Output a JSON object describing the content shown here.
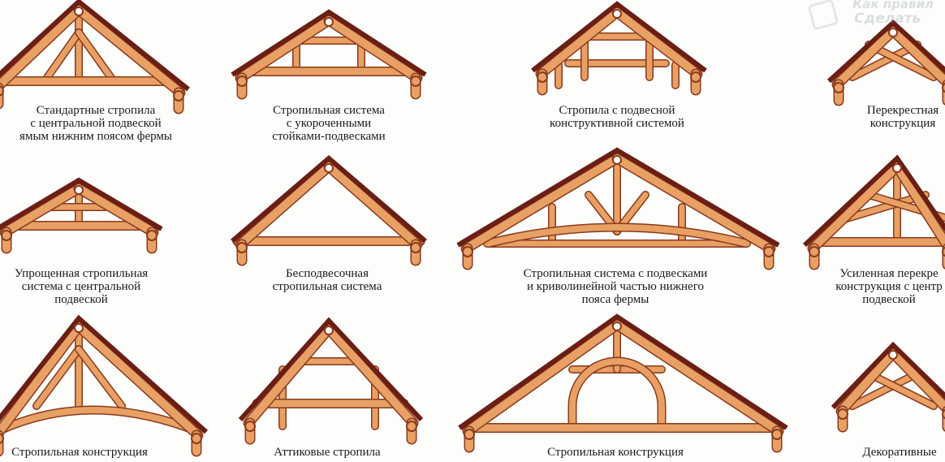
{
  "watermark": {
    "line1": "Как правил",
    "line2": "Сделать"
  },
  "colors": {
    "rafter_dark": "#6b1f14",
    "timber": "#e8a064",
    "timber_edge": "#8a3a1c",
    "text": "#1a1a1a"
  },
  "captions": [
    {
      "lines": [
        "Стандартные стропила",
        "с центральной подвеской",
        "ямым нижним поясом фермы"
      ]
    },
    {
      "lines": [
        "Стропильная система",
        "с укороченными",
        "стойками-подвесками"
      ]
    },
    {
      "lines": [
        "Стропила с подвесной",
        "конструктивной системой"
      ]
    },
    {
      "lines": [
        "Перекрестная",
        "конструкция"
      ]
    },
    {
      "lines": [
        "Упрощенная стропильная",
        "система с центральной",
        "подвеской"
      ]
    },
    {
      "lines": [
        "Бесподвесочная",
        "стропильная система"
      ]
    },
    {
      "lines": [
        "Стропильная система с подвесками",
        "и криволинейной частью нижнего",
        "пояса фермы"
      ]
    },
    {
      "lines": [
        "Усиленная перекре",
        "конструкция с центр",
        "подвеской"
      ]
    },
    {
      "lines": [
        "Стропильная конструкция"
      ]
    },
    {
      "lines": [
        "Аттиковые стропила"
      ]
    },
    {
      "lines": [
        "Стропильная конструкция"
      ]
    },
    {
      "lines": [
        "Декоративные"
      ]
    }
  ]
}
